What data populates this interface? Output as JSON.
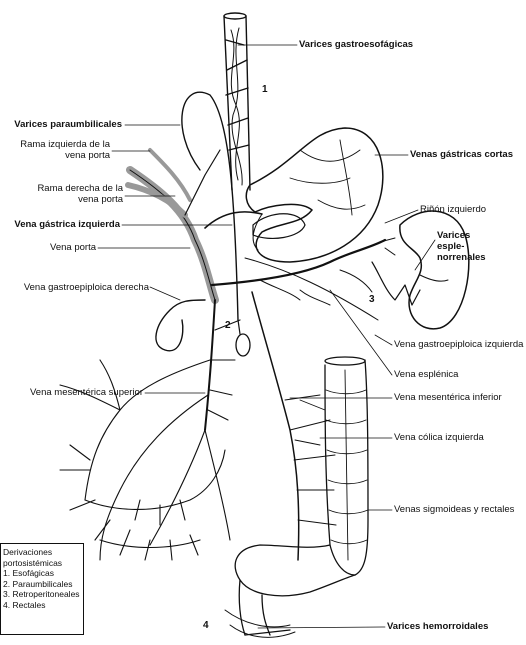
{
  "labels": {
    "varices_gastroesofagicas": "Varices gastroesofágicas",
    "varices_paraumbilicales": "Varices paraumbilicales",
    "rama_izquierda_1": "Rama izquierda de la",
    "rama_izquierda_2": "vena porta",
    "rama_derecha_1": "Rama derecha de la",
    "rama_derecha_2": "vena porta",
    "vena_gastrica_izquierda": "Vena gástrica izquierda",
    "vena_porta": "Vena porta",
    "vena_gastroepiploica_derecha": "Vena gastroepiploica derecha",
    "vena_mesenterica_superior": "Vena mesentérica superior",
    "venas_gastricas_cortas": "Venas gástricas cortas",
    "rinon_izquierdo": "Riñón izquierdo",
    "varices_1": "Varices",
    "varices_2": "esple-",
    "varices_3": "norrenales",
    "vena_gastroepiploica_izquierda": "Vena gastroepiploica izquierda",
    "vena_esplenica": "Vena esplénica",
    "vena_mesenterica_inferior": "Vena mesentérica inferior",
    "vena_colica_izquierda": "Vena cólica izquierda",
    "venas_sigmoideas": "Venas sigmoideas y rectales",
    "varices_hemorroidales": "Varices hemorroidales"
  },
  "numbers": {
    "n1": "1",
    "n2": "2",
    "n3": "3",
    "n4": "4"
  },
  "legend": {
    "title_1": "Derivaciones",
    "title_2": "portosistémicas",
    "items": [
      "1. Esofágicas",
      "2. Paraumbilicales",
      "3. Retroperitoneales",
      "4. Rectales"
    ]
  }
}
